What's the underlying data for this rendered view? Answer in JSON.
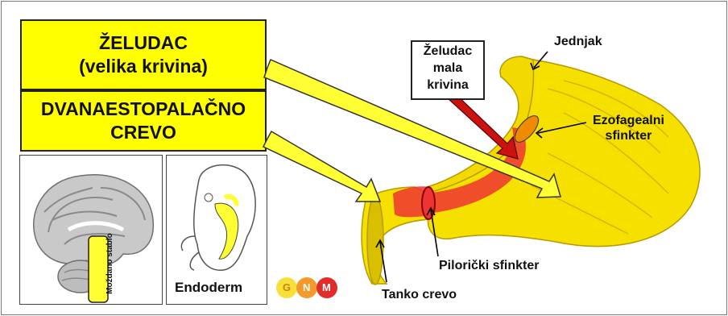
{
  "boxes": {
    "stomach_title_line1": "ŽELUDAC",
    "stomach_title_line2": "(velika krivina)",
    "duodenum_title_line1": "DVANAESTOPALAČNO",
    "duodenum_title_line2": "CREVO"
  },
  "labels": {
    "lesser_curvature_line1": "Želudac",
    "lesser_curvature_line2": "mala",
    "lesser_curvature_line3": "krivina",
    "esophagus": "Jednjak",
    "esophageal_sphincter_line1": "Ezofagealni",
    "esophageal_sphincter_line2": "sfinkter",
    "pyloric_sphincter": "Pilorički sfinkter",
    "small_intestine": "Tanko crevo",
    "brainstem": "Moždano stablo",
    "endoderm": "Endoderm"
  },
  "logo": {
    "letters": [
      "G",
      "N",
      "M"
    ]
  },
  "colors": {
    "highlight_yellow": "#ffff00",
    "stomach_yellow": "#f5e000",
    "inflamed_red": "#ee3333",
    "sphincter_orange": "#f08a00",
    "arrow_yellow": "#ffff33",
    "arrow_red": "#cc1111"
  },
  "icons": [
    "brain-sagittal-illustration",
    "embryo-illustration",
    "stomach-illustration",
    "gnm-logo"
  ]
}
